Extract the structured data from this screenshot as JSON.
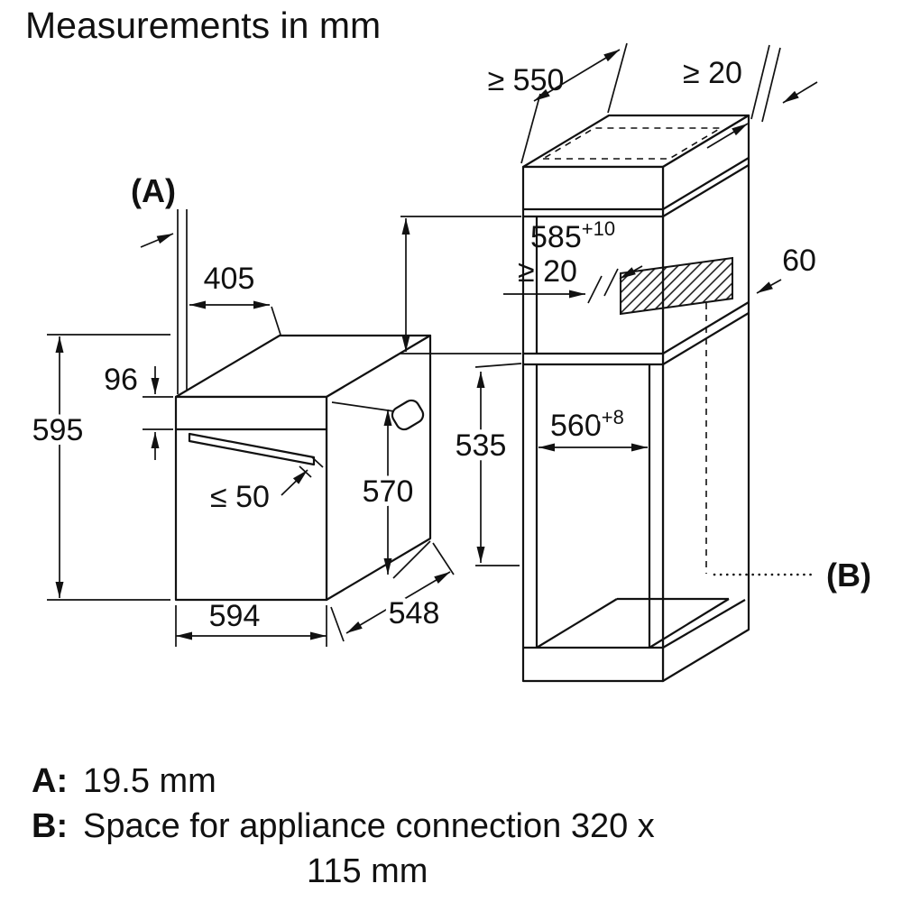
{
  "title": "Measurements in mm",
  "oven": {
    "label_a": "(A)",
    "dims": {
      "d405": "405",
      "d96": "96",
      "d595": "595",
      "d50": "≤ 50",
      "d570": "570",
      "d594": "594",
      "d548": "548"
    }
  },
  "cabinet": {
    "label_b": "(B)",
    "dims": {
      "d550": "≥ 550",
      "d20_top": "≥ 20",
      "d585": "585",
      "d585_tol": "+10",
      "d20_back": "≥ 20",
      "d60": "60",
      "d535": "535",
      "d560": "560",
      "d560_tol": "+8"
    }
  },
  "notes": {
    "a_key": "A:",
    "a_value": "19.5 mm",
    "b_key": "B:",
    "b_value_line1": "Space for appliance connection 320 x",
    "b_value_line2": "115 mm"
  }
}
